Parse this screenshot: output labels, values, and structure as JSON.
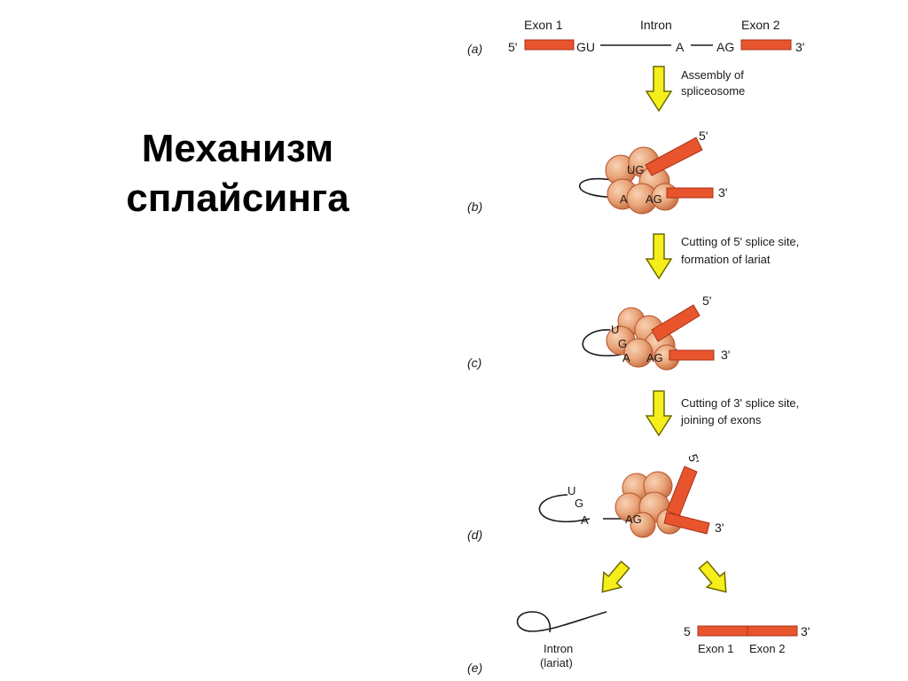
{
  "title": {
    "line1": "Механизм",
    "line2": "сплайсинга"
  },
  "colors": {
    "exon": "#e8542c",
    "exon_edge": "#a8321a",
    "arrow": "#f5ee1a",
    "arrow_edge": "#6b6a00",
    "spliceosome": "#e9a579",
    "text": "#1a1a1a"
  },
  "diagram": {
    "panels": {
      "a": "(a)",
      "b": "(b)",
      "c": "(c)",
      "d": "(d)",
      "e": "(e)"
    },
    "pre_mrna": {
      "exon1": "Exon 1",
      "intron": "Intron",
      "exon2": "Exon 2",
      "five": "5'",
      "three": "3'",
      "gu": "GU",
      "a": "A",
      "ag": "AG"
    },
    "steps": {
      "s1_line1": "Assembly of",
      "s1_line2": "spliceosome",
      "s2_line1": "Cutting of 5' splice site,",
      "s2_line2": "formation of lariat",
      "s3_line1": "Cutting of 3' splice site,",
      "s3_line2": "joining of exons"
    },
    "complex_labels": {
      "five": "5'",
      "three": "3'",
      "ug": "UG",
      "u": "U",
      "g": "G",
      "a": "A",
      "ag": "AG"
    },
    "products": {
      "intron_line1": "Intron",
      "intron_line2": "(lariat)",
      "mrna_five": "5",
      "mrna_three": "3'",
      "exon1": "Exon 1",
      "exon2": "Exon 2"
    }
  }
}
